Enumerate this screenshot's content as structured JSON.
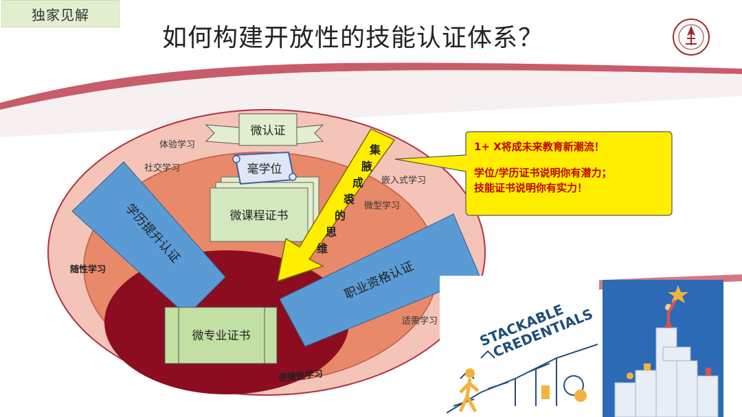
{
  "header": {
    "tag": "独家见解",
    "title": "如何构建开放性的技能认证体系？"
  },
  "logo": {
    "icon": "university-seal-icon",
    "color": "#9b2a2a"
  },
  "diagram": {
    "outer_learning_labels": [
      "体验学习",
      "社交学习",
      "嵌入式学习",
      "微型学习",
      "随性学习",
      "适需学习",
      "便捷性学习"
    ],
    "micro_cert": "微认证",
    "micro_degree": "毫学位",
    "micro_course_cert": "微课程证书",
    "micro_major_cert": "微专业证书",
    "degree_upgrade": "学历提升认证",
    "vocational_cert": "职业资格认证",
    "arrow_text": [
      "集",
      "腋",
      "成",
      "裘",
      "的",
      "思",
      "维"
    ]
  },
  "callout": {
    "line1": "1+ X将成未来教育新潮流！",
    "line2": "学位/学历证书说明你有潜力；",
    "line3": "技能证书说明你有实力！"
  },
  "illustration": {
    "stackable_line1": "STACKABLE",
    "stackable_line2": "CREDENTIALS"
  },
  "colors": {
    "outer_ellipse": "#f5c4b8",
    "middle_ellipse": "#e8896a",
    "core_ellipse": "#8b0d1f",
    "blue_block": "#5b9bd5",
    "green_block": "#c3e0a4",
    "yellow": "#ffee00",
    "callout_text": "#c00000"
  }
}
